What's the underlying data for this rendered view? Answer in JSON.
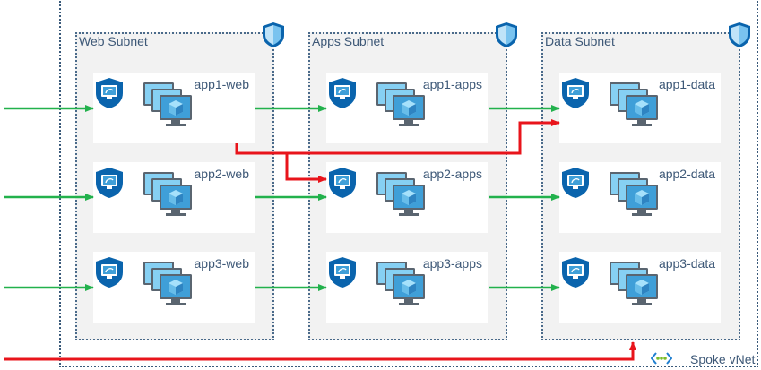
{
  "vnet": {
    "label": "Spoke vNet",
    "icon": "vnet-icon"
  },
  "subnets": [
    {
      "label": "Web Subnet",
      "vms": [
        "app1-web",
        "app2-web",
        "app3-web"
      ]
    },
    {
      "label": "Apps Subnet",
      "vms": [
        "app1-apps",
        "app2-apps",
        "app3-apps"
      ]
    },
    {
      "label": "Data Subnet",
      "vms": [
        "app1-data",
        "app2-data",
        "app3-data"
      ]
    }
  ],
  "colors": {
    "allowed_flow": "#22b14c",
    "denied_flow": "#e8141b",
    "shield": "#0a64ad",
    "vm": "#3f9fd8",
    "border": "#4a6a8a"
  },
  "icons": [
    "nsg-shield-icon",
    "vm-security-icon",
    "virtual-machine-stack-icon",
    "vnet-icon"
  ]
}
